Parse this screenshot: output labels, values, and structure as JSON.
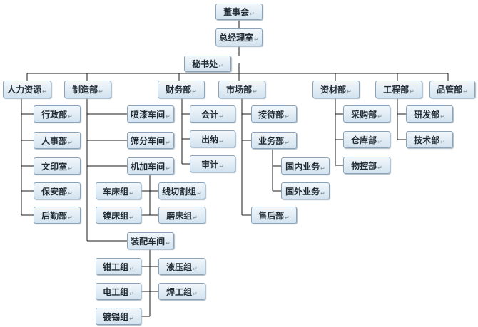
{
  "nodes": {
    "board": "董事会",
    "gm": "总经理室",
    "secretary": "秘书处",
    "hr": "人力资源",
    "manufacturing": "制造部",
    "finance": "财务部",
    "marketing": "市场部",
    "materials": "资材部",
    "engineering": "工程部",
    "qc": "品管部",
    "admin": "行政部",
    "personnel": "人事部",
    "printing": "文印室",
    "security": "保安部",
    "logistics": "后勤部",
    "painting": "喷漆车间",
    "screening": "筛分车间",
    "machining": "机加车间",
    "lathe": "车床组",
    "wirecut": "线切割组",
    "boring": "镗床组",
    "grinding": "磨床组",
    "assembly": "装配车间",
    "fitter": "钳工组",
    "hydraulic": "液压组",
    "electrician": "电工组",
    "welding": "焊工组",
    "tinning": "镀锡组",
    "accounting": "会计",
    "cashier": "出纳",
    "audit": "审计",
    "reception": "接待部",
    "business": "业务部",
    "domestic": "国内业务",
    "foreign": "国外业务",
    "aftersales": "售后部",
    "purchasing": "采购部",
    "warehouse": "仓库部",
    "material_control": "物控部",
    "rnd": "研发部",
    "technical": "技术部"
  },
  "mark": "↵"
}
